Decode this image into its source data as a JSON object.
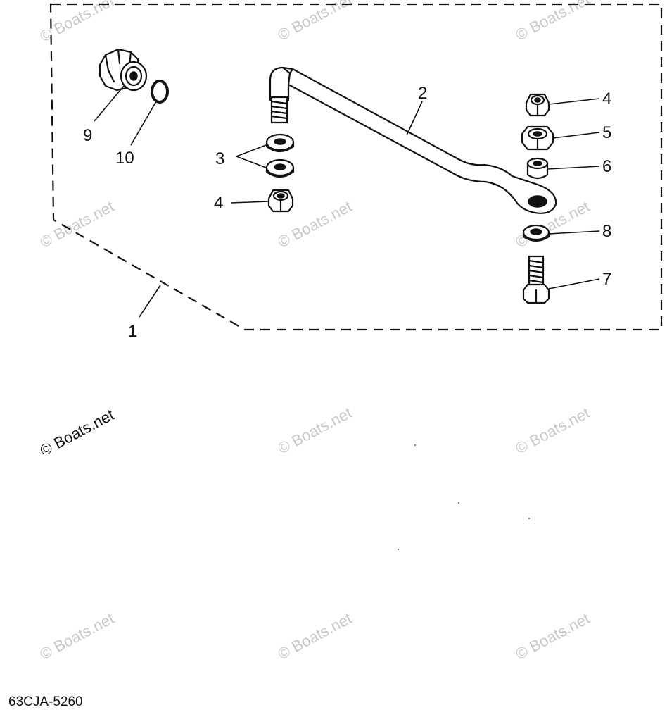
{
  "diagram": {
    "kit_callout": "1",
    "callouts": {
      "rod": "2",
      "washers_pair": "3",
      "nut_left": "4",
      "nut_right": "4",
      "nut_hex": "5",
      "collar": "6",
      "bolt": "7",
      "washer_right": "8",
      "bushing": "9",
      "o_ring": "10"
    },
    "part_code": "63CJA-5260",
    "watermark_text": "© Boats.net"
  }
}
